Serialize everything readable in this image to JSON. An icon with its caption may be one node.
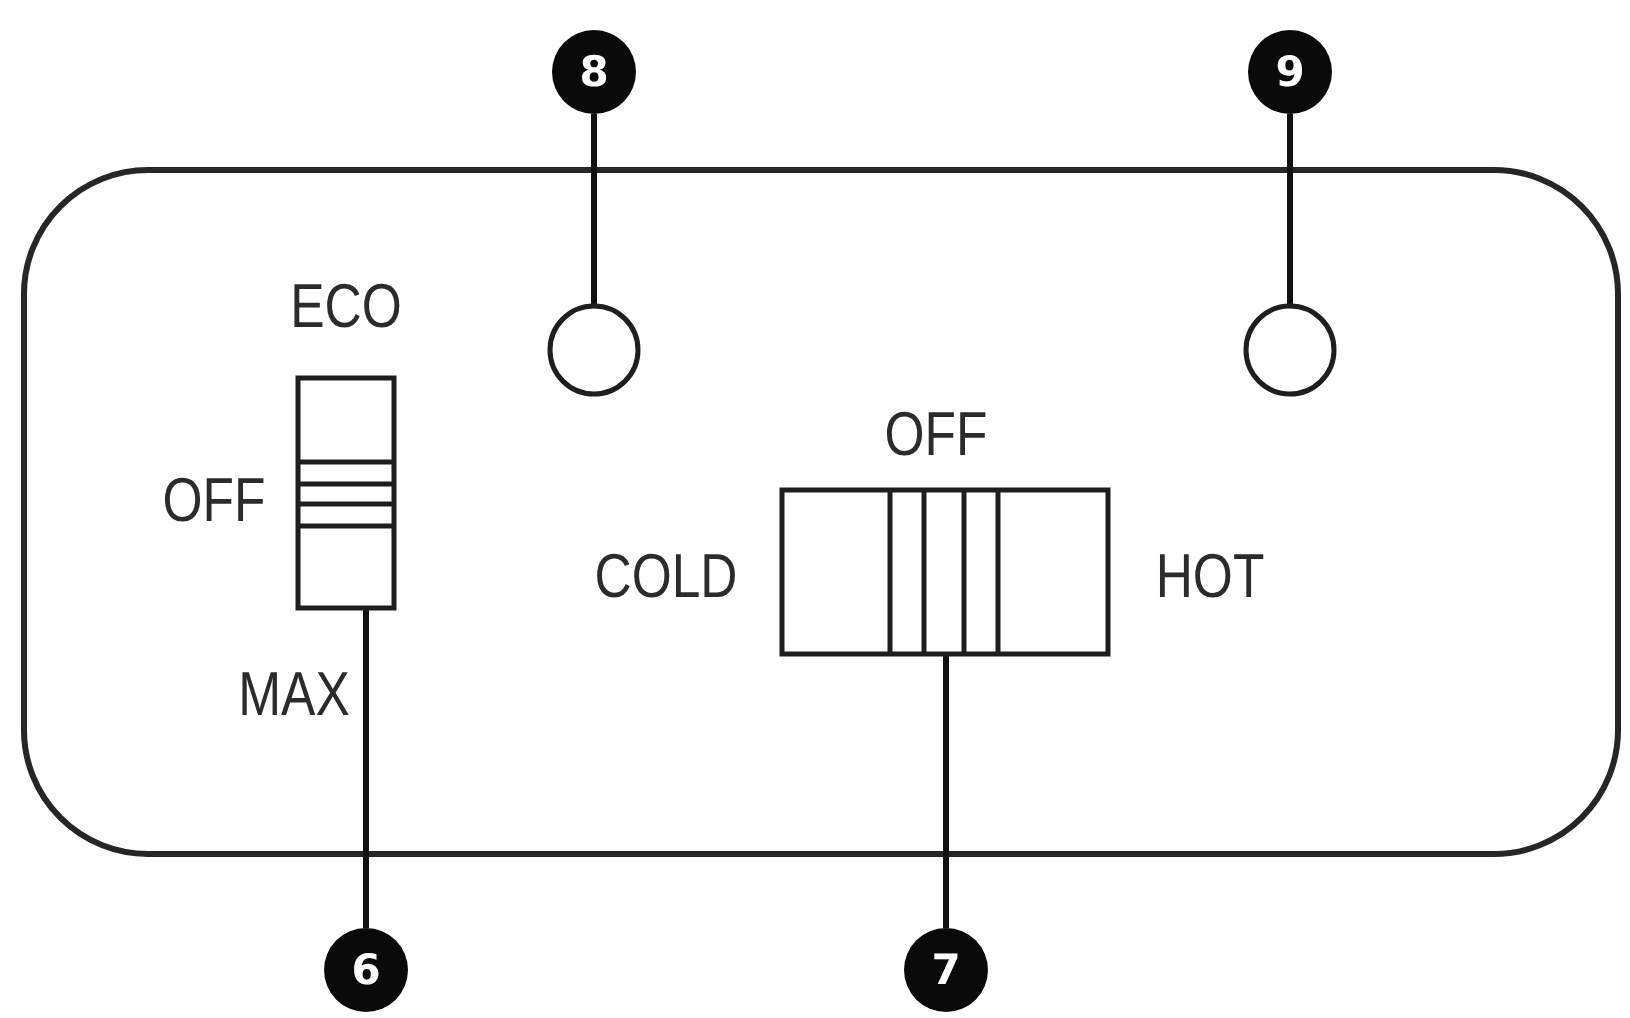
{
  "diagram": {
    "nodes": [
      {
        "text": [
          "8"
        ]
      },
      {
        "text": [
          "9"
        ]
      },
      {
        "text": [],
        "shape": "circle"
      },
      {
        "text": [],
        "shape": "circle"
      },
      {
        "text": [],
        "shape": "box",
        "beside": [
          "ECO",
          "OFF",
          "MAX"
        ]
      },
      {
        "text": [],
        "shape": "box",
        "beside": [
          "OFF",
          "COLD",
          "HOT"
        ]
      },
      {
        "text": [
          "6"
        ]
      },
      {
        "text": [
          "7"
        ]
      }
    ],
    "edges": [
      {
        "from": 0,
        "to": 2,
        "arrow": "none"
      },
      {
        "from": 1,
        "to": 3,
        "arrow": "none"
      },
      {
        "from": 6,
        "to": 4,
        "arrow": "none"
      },
      {
        "from": 7,
        "to": 5,
        "arrow": "none"
      }
    ]
  }
}
